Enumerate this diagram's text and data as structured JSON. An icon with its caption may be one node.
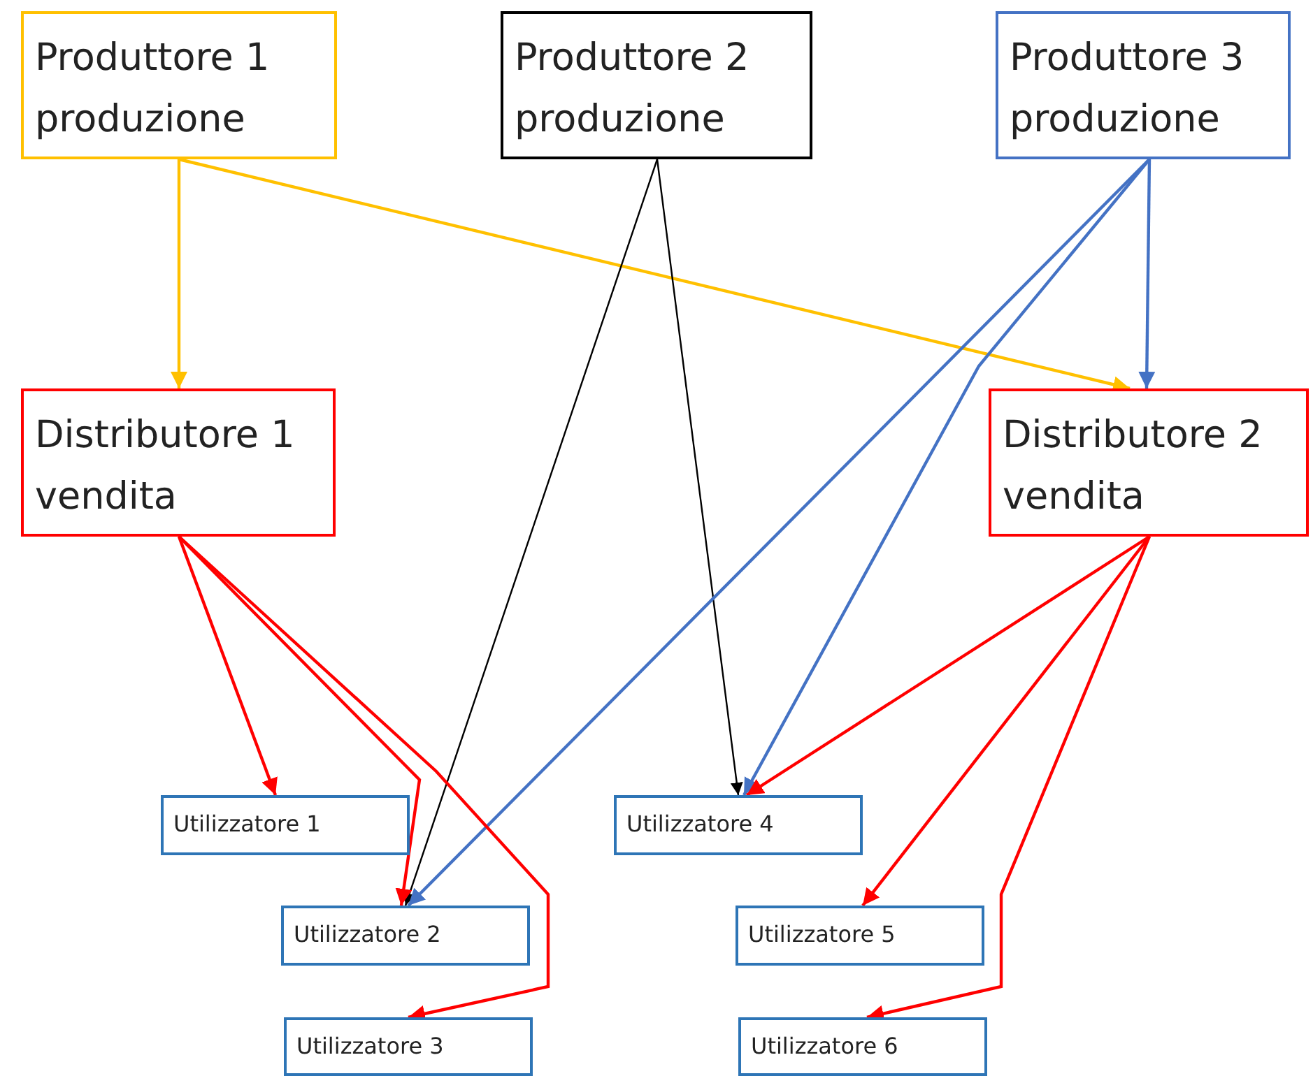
{
  "diagram": {
    "nodes": [
      {
        "text": [
          "Produttore 1 produzione"
        ]
      },
      {
        "text": [
          "Produttore 2 produzione"
        ]
      },
      {
        "text": [
          "Produttore 3 produzione"
        ]
      },
      {
        "text": [
          "Distributore 1 vendita"
        ]
      },
      {
        "text": [
          "Distributore 2 vendita"
        ]
      },
      {
        "text": [
          "Utilizzatore 1"
        ]
      },
      {
        "text": [
          "Utilizzatore 2"
        ]
      },
      {
        "text": [
          "Utilizzatore 3"
        ]
      },
      {
        "text": [
          "Utilizzatore 4"
        ]
      },
      {
        "text": [
          "Utilizzatore 5"
        ]
      },
      {
        "text": [
          "Utilizzatore 6"
        ]
      }
    ],
    "edges": [
      {
        "from": 0,
        "to": 3,
        "arrow": "to",
        "color": "#ffc000"
      },
      {
        "from": 0,
        "to": 4,
        "arrow": "to",
        "color": "#ffc000"
      },
      {
        "from": 1,
        "to": 6,
        "arrow": "to",
        "color": "#000000"
      },
      {
        "from": 1,
        "to": 8,
        "arrow": "to",
        "color": "#000000"
      },
      {
        "from": 2,
        "to": 4,
        "arrow": "to",
        "color": "#4472c4"
      },
      {
        "from": 2,
        "to": 6,
        "arrow": "to",
        "color": "#4472c4"
      },
      {
        "from": 2,
        "to": 8,
        "arrow": "to",
        "color": "#4472c4"
      },
      {
        "from": 3,
        "to": 5,
        "arrow": "to"
      },
      {
        "from": 3,
        "to": 6,
        "arrow": "to"
      },
      {
        "from": 3,
        "to": 7,
        "arrow": "to"
      },
      {
        "from": 4,
        "to": 8,
        "arrow": "to"
      },
      {
        "from": 4,
        "to": 9,
        "arrow": "to"
      },
      {
        "from": 4,
        "to": 10,
        "arrow": "to"
      }
    ]
  }
}
